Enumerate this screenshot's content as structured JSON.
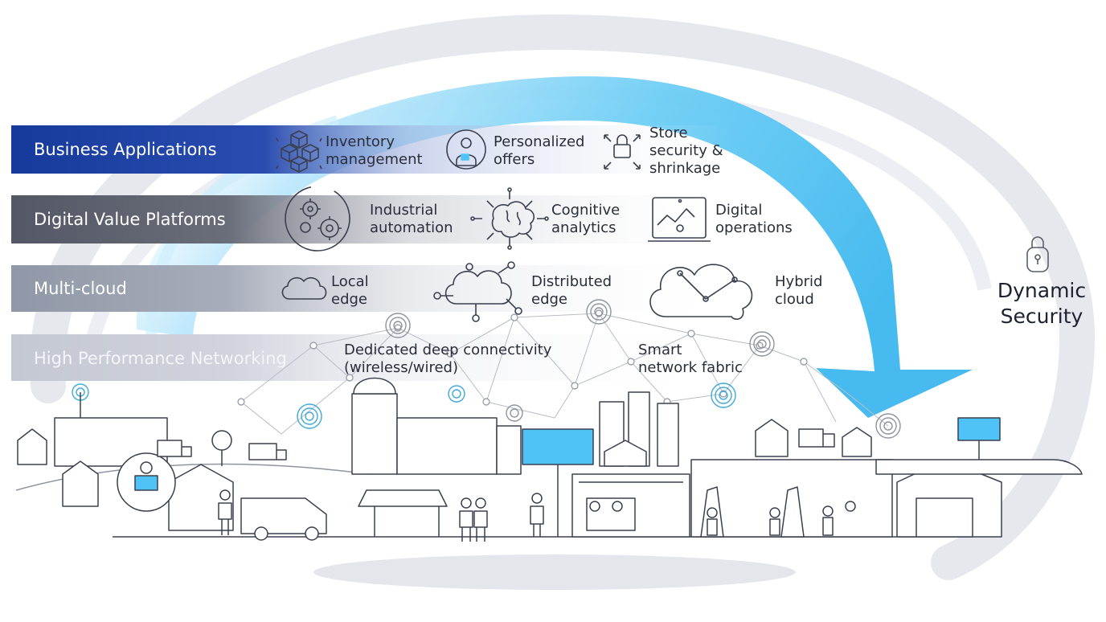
{
  "layers": [
    {
      "label": "Business Applications",
      "items": [
        "Inventory\nmanagement",
        "Personalized\noffers",
        "Store\nsecurity &\nshrinkage"
      ]
    },
    {
      "label": "Digital Value Platforms",
      "items": [
        "Industrial\nautomation",
        "Cognitive\nanalytics",
        "Digital\noperations"
      ]
    },
    {
      "label": "Multi-cloud",
      "items": [
        "Local\nedge",
        "Distributed\nedge",
        "Hybrid\ncloud"
      ]
    },
    {
      "label": "High Performance Networking",
      "items": [
        "Dedicated deep connectivity\n(wireless/wired)",
        "Smart\nnetwork fabric"
      ]
    }
  ],
  "security": {
    "label": "Dynamic\nSecurity"
  },
  "icons": [
    "cubes-icon",
    "person-tag-icon",
    "padlock-arrows-icon",
    "gears-icon",
    "brain-network-icon",
    "monitor-chart-icon",
    "cloud-icon",
    "cloud-network-icon",
    "padlock-icon"
  ],
  "colors": {
    "business_band": "#1a3a9e",
    "platforms_band": "#5a5e6a",
    "cloud_band": "#9aa0ae",
    "network_band": "#c8ccd6",
    "arrow": "#4fc3f7",
    "ring": "#e4e6ec",
    "line_art": "#3b4050"
  }
}
